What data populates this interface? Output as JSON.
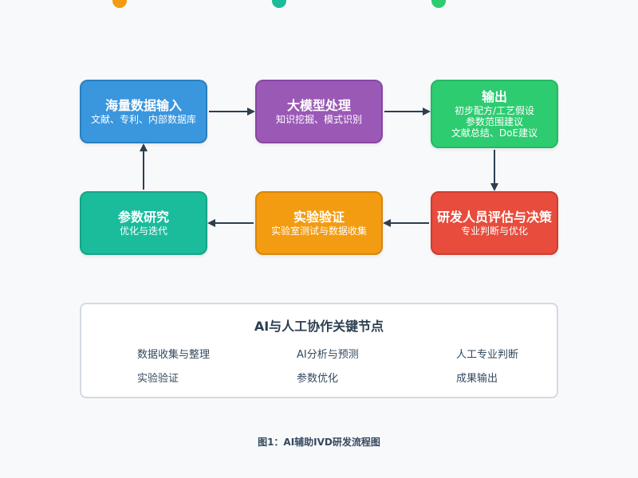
{
  "colors": {
    "blue": "#3a96dd",
    "blue_border": "#2a7fc0",
    "purple": "#9b59b6",
    "purple_border": "#8a46a6",
    "green": "#2ecc71",
    "green_border": "#25b862",
    "red": "#e74c3c",
    "red_border": "#cf3c2d",
    "orange": "#f39c12",
    "orange_border": "#d8850a",
    "teal": "#1abc9c",
    "teal_border": "#14a587",
    "arrow": "#2c3e50"
  },
  "steps": {
    "input": {
      "title": "海量数据输入",
      "sub": "文献、专利、内部数据库"
    },
    "model": {
      "title": "大模型处理",
      "sub": "知识挖掘、模式识别"
    },
    "output": {
      "title": "输出",
      "sub1": "初步配方/工艺假设",
      "sub2": "参数范围建议",
      "sub3": "文献总结、DoE建议"
    },
    "decision": {
      "title": "研发人员评估与决策",
      "sub": "专业判断与优化"
    },
    "validation": {
      "title": "实验验证",
      "sub": "实验室测试与数据收集"
    },
    "research": {
      "title": "参数研究",
      "sub": "优化与迭代"
    }
  },
  "key_nodes": {
    "title": "AI与人工协作关键节点",
    "items": [
      "数据收集与整理",
      "AI分析与预测",
      "人工专业判断",
      "实验验证",
      "参数优化",
      "成果输出"
    ]
  },
  "caption": "图1：AI辅助IVD研发流程图"
}
